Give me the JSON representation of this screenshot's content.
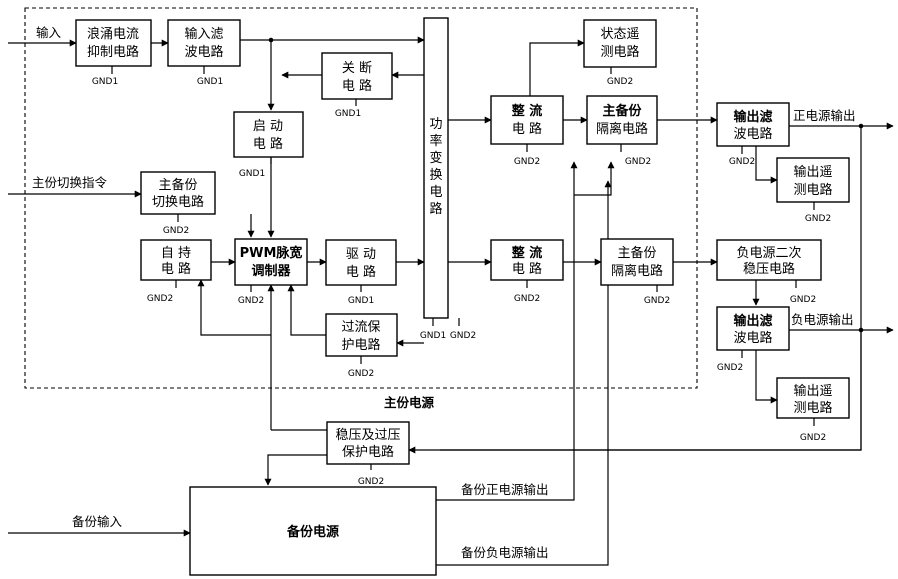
{
  "labels": {
    "input": "输入",
    "switch_cmd": "主份切换指令",
    "main_supply": "主份电源",
    "backup_input": "备份输入",
    "backup_pos_out": "备份正电源输出",
    "backup_neg_out": "备份负电源输出",
    "pos_out": "正电源输出",
    "neg_out": "负电源输出"
  },
  "blocks": {
    "surge": [
      "浪涌电流",
      "抑制电路"
    ],
    "in_filter": [
      "输入滤",
      "波电路"
    ],
    "shutdown": [
      "关  断",
      "电  路"
    ],
    "startup": [
      "启  动",
      "电  路"
    ],
    "switch": [
      "主备份",
      "切换电路"
    ],
    "selfhold": [
      "自  持",
      "电  路"
    ],
    "pwm": [
      "PWM脉宽",
      "调制器"
    ],
    "drive": [
      "驱  动",
      "电  路"
    ],
    "overcurrent": [
      "过流保",
      "护电路"
    ],
    "power_conv": "功率变换电路",
    "rect1": [
      "整  流",
      "电  路"
    ],
    "rect2": [
      "整  流",
      "电  路"
    ],
    "status_tm": [
      "状态遥",
      "测电路"
    ],
    "iso1": [
      "主备份",
      "隔离电路"
    ],
    "iso2": [
      "主备份",
      "隔离电路"
    ],
    "out_filter1": [
      "输出滤",
      "波电路"
    ],
    "out_tm1": [
      "输出遥",
      "测电路"
    ],
    "neg_reg": [
      "负电源二次",
      "稳压电路"
    ],
    "out_filter2": [
      "输出滤",
      "波电路"
    ],
    "out_tm2": [
      "输出遥",
      "测电路"
    ],
    "reg_ovp": [
      "稳压及过压",
      "保护电路"
    ],
    "backup": "备份电源"
  },
  "grounds": {
    "surge": "GND1",
    "in_filter": "GND1",
    "shutdown": "GND1",
    "startup": "GND1",
    "switch": "GND2",
    "selfhold": "GND2",
    "pwm": "GND2",
    "drive": "GND1",
    "overcurrent": "GND2",
    "pc_left": "GND1",
    "pc_right": "GND2",
    "rect1": "GND2",
    "rect2": "GND2",
    "status_tm": "GND2",
    "iso1": "GND2",
    "iso2": "GND2",
    "out_filter1": "GND2",
    "out_tm1": "GND2",
    "neg_reg": "GND2",
    "out_filter2": "GND2",
    "out_tm2": "GND2",
    "reg_ovp": "GND2"
  }
}
